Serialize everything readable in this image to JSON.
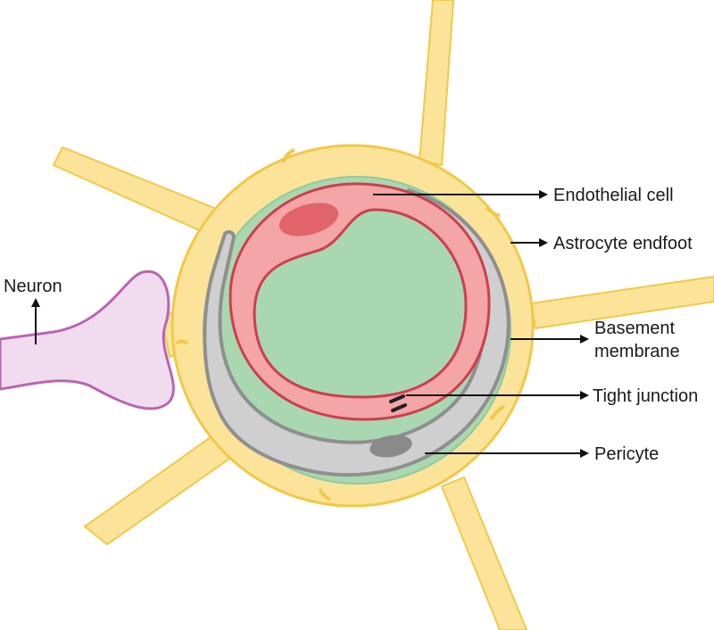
{
  "labels": {
    "endothelial": "Endothelial cell",
    "astrocyte": "Astrocyte endfoot",
    "basement_line1": "Basement",
    "basement_line2": "membrane",
    "tight": "Tight junction",
    "pericyte": "Pericyte",
    "neuron": "Neuron"
  },
  "colors": {
    "astrocyte_fill": "#fbe49a",
    "astrocyte_stroke": "#f1c84a",
    "basement_fill": "#a9d8b0",
    "endothelial_fill": "#f4a5a5",
    "endothelial_stroke": "#cc3f4e",
    "nucleus_red": "#e06469",
    "pericyte_fill": "#cfcfcf",
    "pericyte_stroke": "#8f8f8f",
    "pericyte_nucleus": "#8a8a8a",
    "neuron_fill": "#f1dcef",
    "neuron_stroke": "#b866b0",
    "arrow": "#111111"
  }
}
